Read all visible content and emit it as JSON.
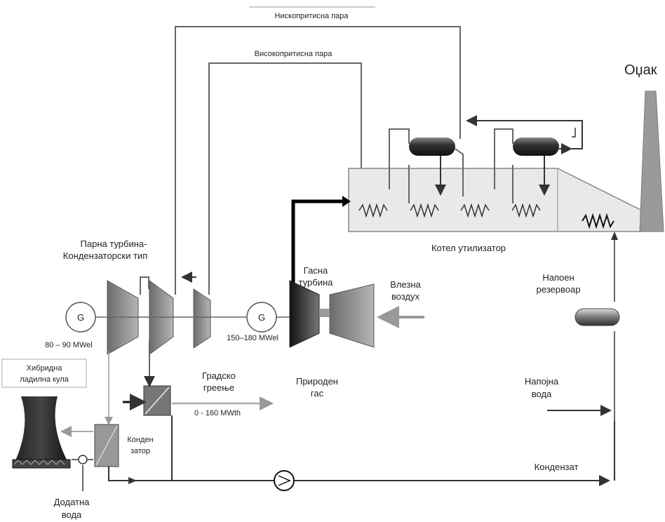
{
  "labels": {
    "low_pressure_steam": "Нископритисна пара",
    "high_pressure_steam": "Високопритисна пара",
    "chimney": "Оџак",
    "hrsg": "Котел утилизатор",
    "steam_turbine_line1": "Парна турбина-",
    "steam_turbine_line2": "Кондензаторски тип",
    "gas_turbine_line1": "Гасна",
    "gas_turbine_line2": "турбина",
    "air_inlet_line1": "Влезна",
    "air_inlet_line2": "воздух",
    "feed_tank_line1": "Напоен",
    "feed_tank_line2": "резервоар",
    "generator_symbol": "G",
    "gen1_power": "80 – 90 MWel",
    "gen2_power": "150–180 MWel",
    "district_heating_line1": "Градско",
    "district_heating_line2": "греење",
    "heating_power": "0 - 160 MWth",
    "natural_gas_line1": "Природен",
    "natural_gas_line2": "гас",
    "feed_water_line1": "Напојна",
    "feed_water_line2": "вода",
    "hybrid_tower_line1": "Хибридна",
    "hybrid_tower_line2": "ладилна кула",
    "condenser_line1": "Конден",
    "condenser_line2": "затор",
    "condensate": "Кондензат",
    "makeup_water_line1": "Додатна",
    "makeup_water_line2": "вода"
  },
  "colors": {
    "pipe": "#666666",
    "equipment_dark": "#333333",
    "boiler_fill": "#e6e6e6",
    "turbine_fill": "#8a8a8a"
  }
}
